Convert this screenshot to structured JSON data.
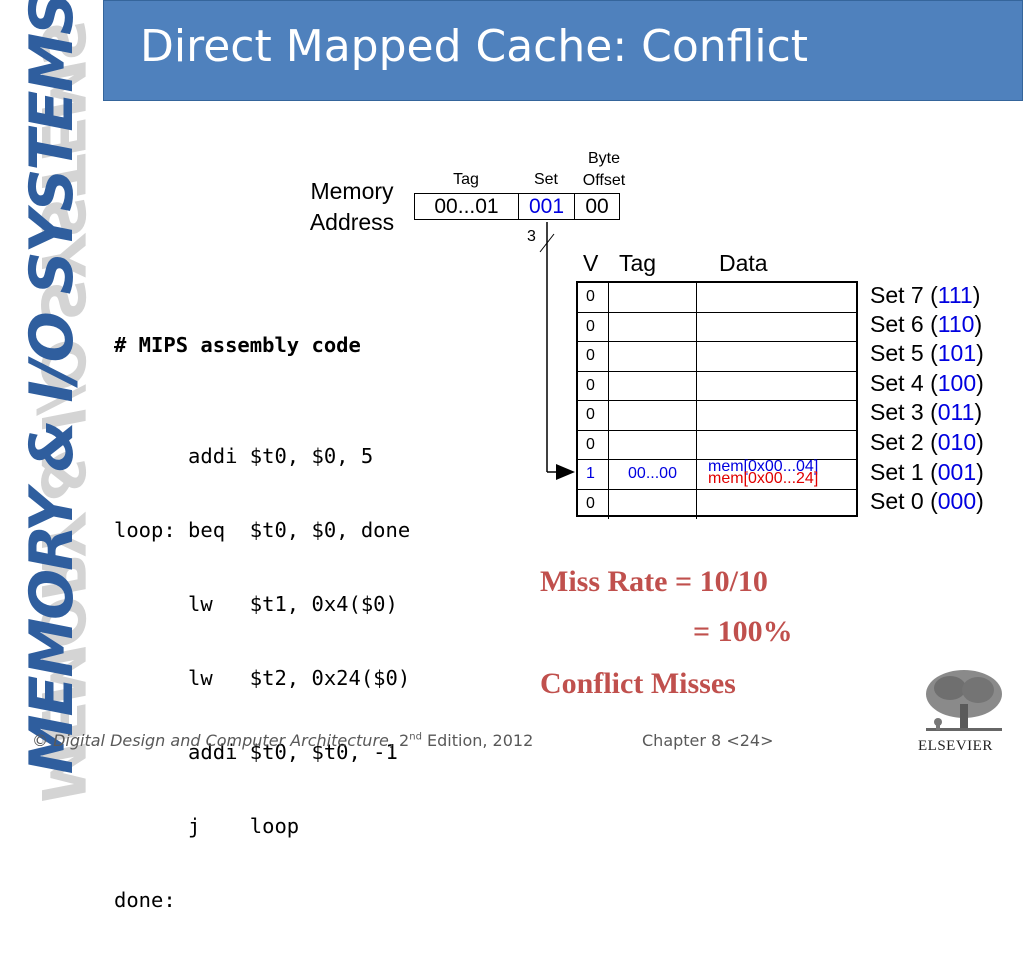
{
  "slide": {
    "side_title": "MEMORY & I/O SYSTEMS",
    "title": "Direct Mapped Cache: Conflict"
  },
  "address": {
    "label_line1": "Memory",
    "label_line2": "Address",
    "tag_label": "Tag",
    "set_label": "Set",
    "offset_label_line1": "Byte",
    "offset_label_line2": "Offset",
    "tag_value": "00...01",
    "set_value": "001",
    "offset_value": "00",
    "set_bits": "3"
  },
  "cache": {
    "col_v": "V",
    "col_tag": "Tag",
    "col_data": "Data",
    "rows": [
      {
        "v": "0",
        "tag": "",
        "data1": "",
        "data2": "",
        "set_prefix": "Set 7 (",
        "set_bin": "111",
        "set_suffix": ")"
      },
      {
        "v": "0",
        "tag": "",
        "data1": "",
        "data2": "",
        "set_prefix": "Set 6 (",
        "set_bin": "110",
        "set_suffix": ")"
      },
      {
        "v": "0",
        "tag": "",
        "data1": "",
        "data2": "",
        "set_prefix": "Set 5 (",
        "set_bin": "101",
        "set_suffix": ")"
      },
      {
        "v": "0",
        "tag": "",
        "data1": "",
        "data2": "",
        "set_prefix": "Set 4 (",
        "set_bin": "100",
        "set_suffix": ")"
      },
      {
        "v": "0",
        "tag": "",
        "data1": "",
        "data2": "",
        "set_prefix": "Set 3 (",
        "set_bin": "011",
        "set_suffix": ")"
      },
      {
        "v": "0",
        "tag": "",
        "data1": "",
        "data2": "",
        "set_prefix": "Set 2 (",
        "set_bin": "010",
        "set_suffix": ")"
      },
      {
        "v": "1",
        "tag": "00...00",
        "data1": "mem[0x00...04]",
        "data2": "mem[0x00...24]",
        "set_prefix": "Set 1 (",
        "set_bin": "001",
        "set_suffix": ")"
      },
      {
        "v": "0",
        "tag": "",
        "data1": "",
        "data2": "",
        "set_prefix": "Set 0 (",
        "set_bin": "000",
        "set_suffix": ")"
      }
    ]
  },
  "code": {
    "heading": "# MIPS assembly code",
    "lines": [
      "",
      "      addi $t0, $0, 5",
      "loop: beq  $t0, $0, done",
      "      lw   $t1, 0x4($0)",
      "      lw   $t2, 0x24($0)",
      "      addi $t0, $t0, -1",
      "      j    loop",
      "done:"
    ]
  },
  "results": {
    "miss_rate": "Miss Rate = 10/10",
    "miss_percent": "= 100%",
    "miss_type": "Conflict Misses"
  },
  "footer": {
    "copyright": "©",
    "book_title": "Digital Design and Computer Architecture",
    "edition_num": ", 2",
    "edition_sup": "nd",
    "edition_rest": " Edition, 2012",
    "chapter": "Chapter 8 <24>",
    "publisher": "ELSEVIER"
  },
  "colors": {
    "banner": "#4f81bd",
    "side_text": "#2f5e9e",
    "set_binary": "#0000e0",
    "data_second": "#e00000",
    "result_text": "#c0504d"
  }
}
